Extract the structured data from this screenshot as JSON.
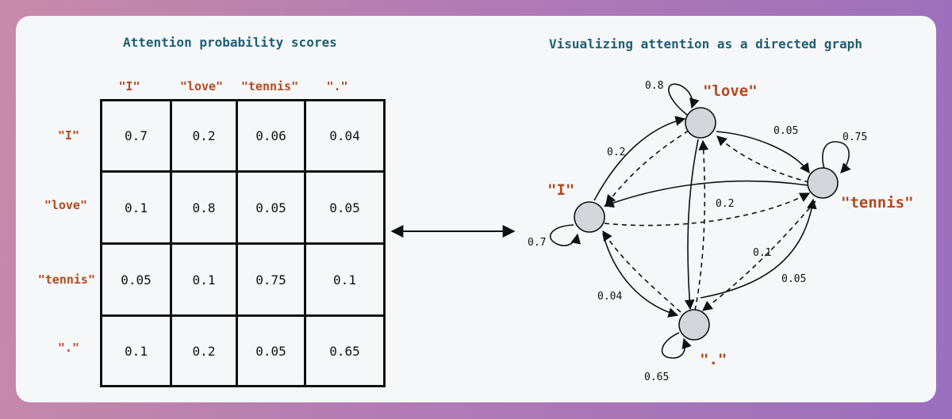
{
  "left_panel": {
    "title": "Attention probability scores",
    "columns": [
      "\"I\"",
      "\"love\"",
      "\"tennis\"",
      "\".\""
    ],
    "rows": [
      {
        "label": "\"I\"",
        "values": [
          "0.7",
          "0.2",
          "0.06",
          "0.04"
        ]
      },
      {
        "label": "\"love\"",
        "values": [
          "0.1",
          "0.8",
          "0.05",
          "0.05"
        ]
      },
      {
        "label": "\"tennis\"",
        "values": [
          "0.05",
          "0.1",
          "0.75",
          "0.1"
        ]
      },
      {
        "label": "\".\"",
        "values": [
          "0.1",
          "0.2",
          "0.05",
          "0.65"
        ]
      }
    ]
  },
  "right_panel": {
    "title": "Visualizing attention as a directed graph",
    "nodes": {
      "I": "\"I\"",
      "love": "\"love\"",
      "tennis": "\"tennis\"",
      "dot": "\".\""
    },
    "edge_labels": {
      "self_love": "0.8",
      "self_tennis": "0.75",
      "self_I": "0.7",
      "self_dot": "0.65",
      "I_love": "0.2",
      "love_tennis": "0.05",
      "tennis_love": "0.2",
      "I_dot": "0.04",
      "tennis_dot": "0.1",
      "dot_tennis": "0.05"
    }
  },
  "colors": {
    "token": "#b04a1f",
    "title": "#1f5f73",
    "node_fill": "#d3d5da"
  },
  "watermark": "⠀⠀⠀⠀⠀⠀⠀⠀⠀⠀⠀"
}
